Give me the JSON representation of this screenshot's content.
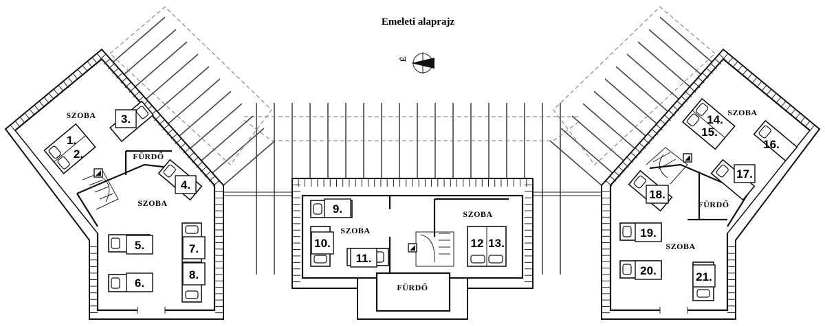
{
  "title": "Emeleti alaprajz",
  "north_label": "É",
  "rooms": {
    "szoba": "SZOBA",
    "furdo": "FÜRDŐ"
  },
  "beds": {
    "b1": "1.",
    "b2": "2.",
    "b3": "3.",
    "b4": "4.",
    "b5": "5.",
    "b6": "6.",
    "b7": "7.",
    "b8": "8.",
    "b9": "9.",
    "b10": "10.",
    "b11": "11.",
    "b12": "12",
    "b13": "13.",
    "b14": "14.",
    "b15": "15.",
    "b16": "16.",
    "b17": "17.",
    "b18": "18.",
    "b19": "19.",
    "b20": "20.",
    "b21": "21."
  }
}
